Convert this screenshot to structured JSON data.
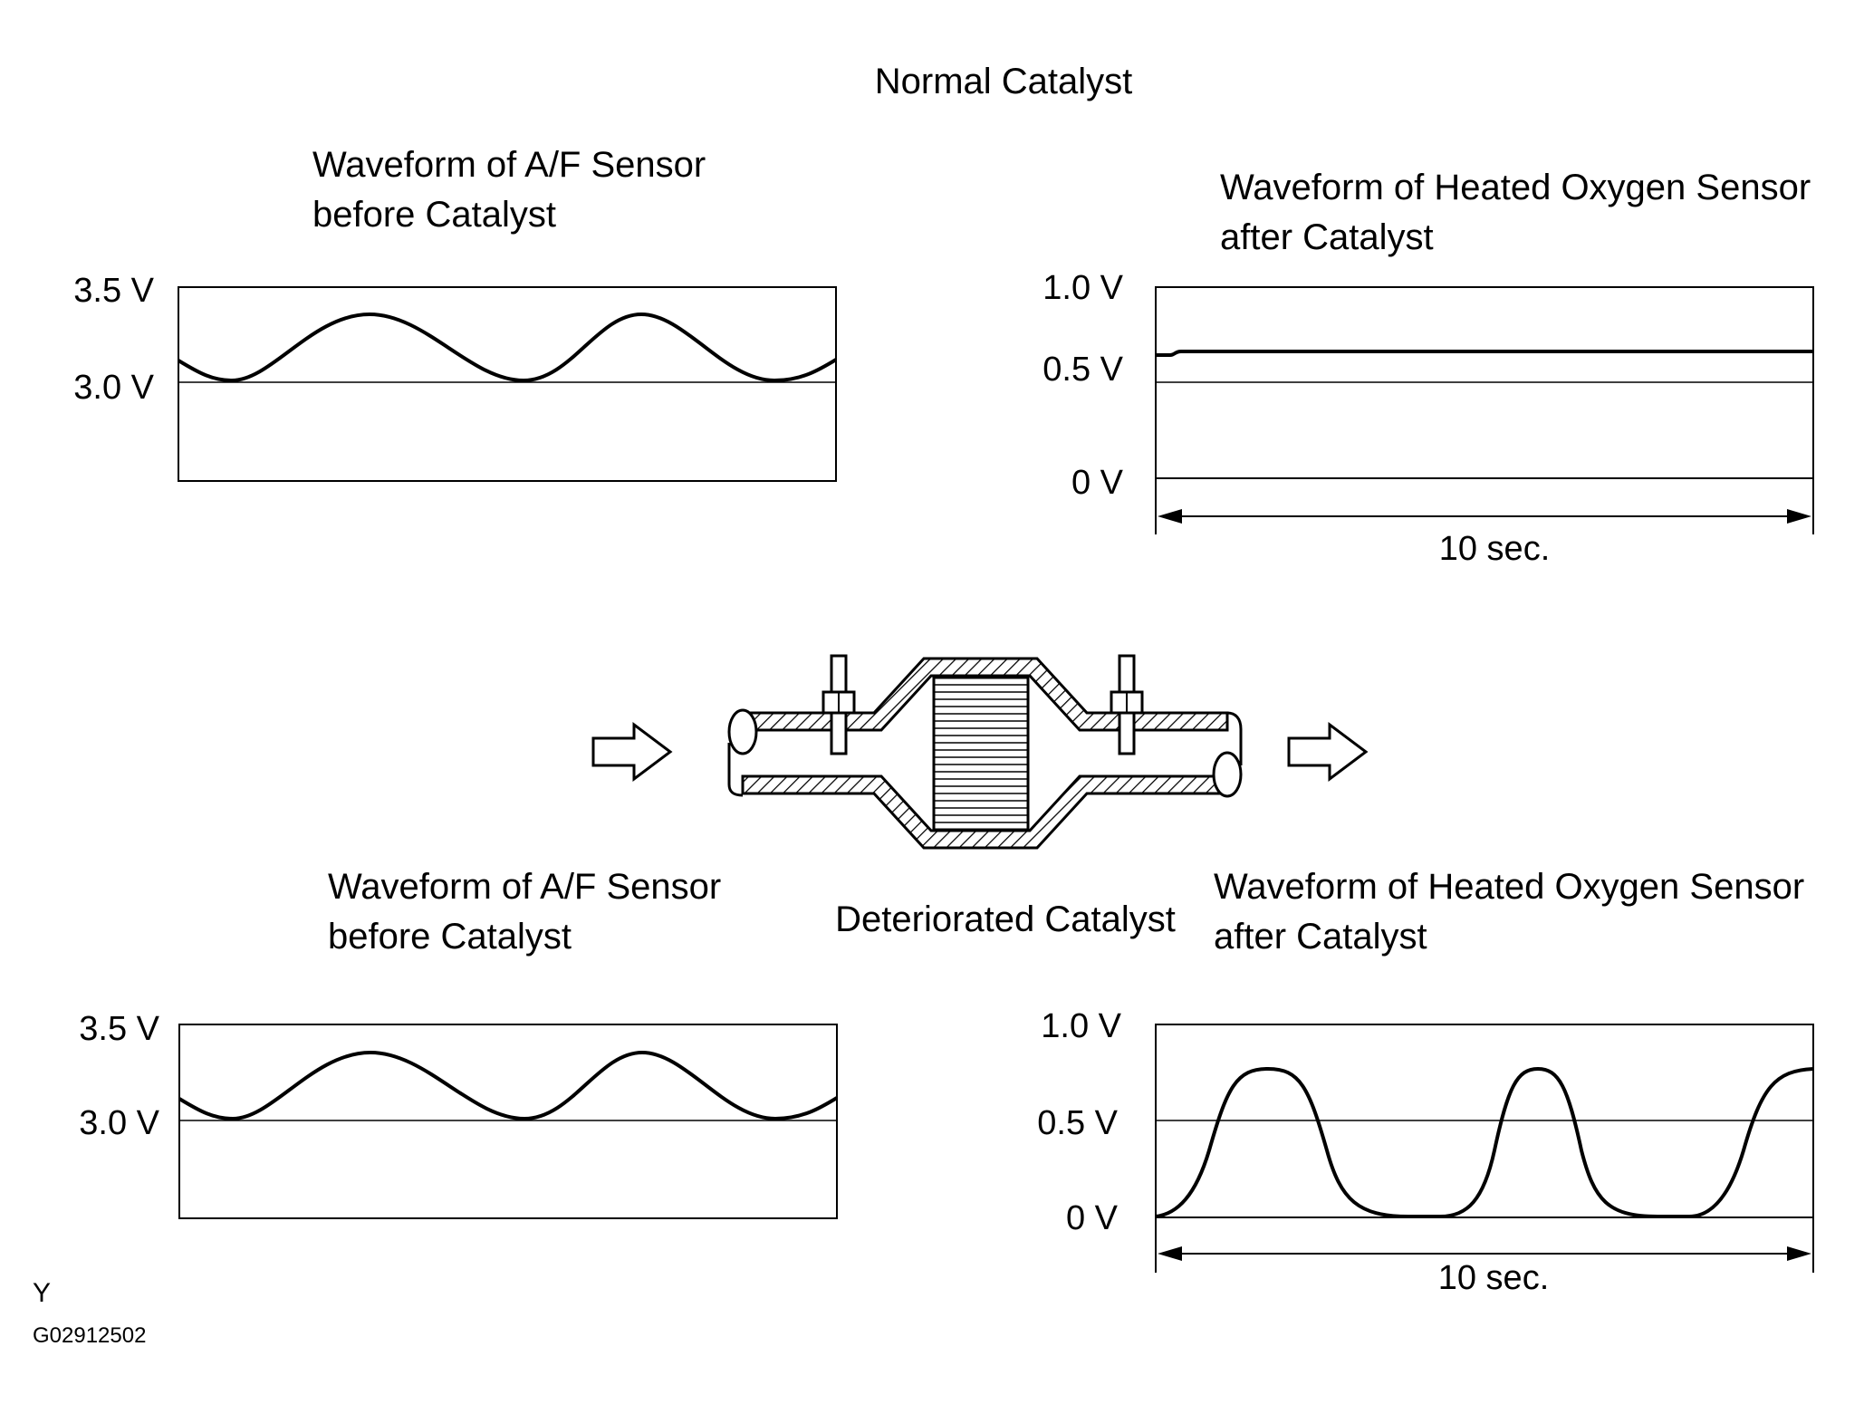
{
  "title": "Normal Catalyst",
  "deteriorated_label": "Deteriorated Catalyst",
  "figure_code": "G02912502",
  "corner_mark": "Y",
  "panels": {
    "normal_af": {
      "title_line1": "Waveform of A/F Sensor",
      "title_line2": "before Catalyst",
      "y_top_label": "3.5 V",
      "y_mid_label": "3.0 V"
    },
    "normal_ho2": {
      "title_line1": "Waveform of Heated Oxygen Sensor",
      "title_line2": "after Catalyst",
      "y_top_label": "1.0 V",
      "y_mid_label": "0.5 V",
      "y_bot_label": "0 V",
      "span_label": "10 sec."
    },
    "det_af": {
      "title_line1": "Waveform of A/F Sensor",
      "title_line2": "before Catalyst",
      "y_top_label": "3.5 V",
      "y_mid_label": "3.0 V"
    },
    "det_ho2": {
      "title_line1": "Waveform of Heated Oxygen Sensor",
      "title_line2": "after Catalyst",
      "y_top_label": "1.0 V",
      "y_mid_label": "0.5 V",
      "y_bot_label": "0 V",
      "span_label": "10 sec."
    }
  },
  "icons": {
    "inlet_arrow": "hollow-right-arrow-icon",
    "outlet_arrow": "hollow-right-arrow-icon",
    "converter": "catalytic-converter-icon"
  }
}
